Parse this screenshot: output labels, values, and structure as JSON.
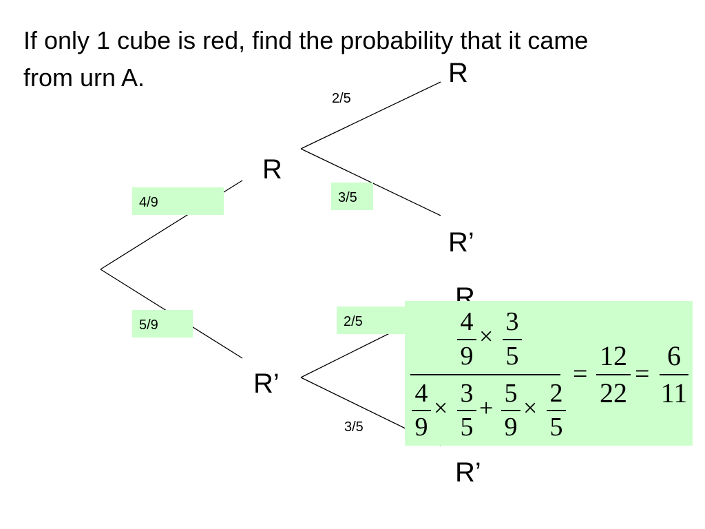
{
  "question": "If only 1 cube is red, find the probability that it came from urn A.",
  "tree": {
    "first_stage": {
      "top_node": "R",
      "bottom_node": "R’",
      "top_prob": "4/9",
      "bottom_prob": "5/9"
    },
    "from_R": {
      "top_node": "R",
      "bottom_node": "R’",
      "top_prob": "2/5",
      "bottom_prob": "3/5"
    },
    "from_R_prime": {
      "top_node": "R",
      "bottom_node": "R’",
      "top_prob": "2/5",
      "bottom_prob": "3/5"
    }
  },
  "formula": {
    "num": {
      "a_num": "4",
      "a_den": "9",
      "times": "×",
      "b_num": "3",
      "b_den": "5"
    },
    "den": {
      "t1_num": "4",
      "t1_den": "9",
      "times1": "×",
      "t2_num": "3",
      "t2_den": "5",
      "plus": "+",
      "t3_num": "5",
      "t3_den": "9",
      "times2": "×",
      "t4_num": "2",
      "t4_den": "5"
    },
    "eq1": "=",
    "r1_num": "12",
    "r1_den": "22",
    "eq2": "=",
    "r2_num": "6",
    "r2_den": "11"
  },
  "colors": {
    "highlight": "#ccffcc",
    "text": "#000000",
    "line": "#000000"
  }
}
